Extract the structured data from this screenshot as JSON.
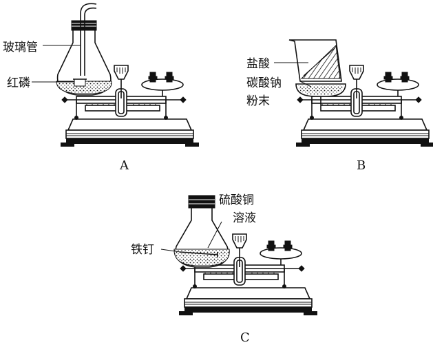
{
  "panels": {
    "a": {
      "caption": "A",
      "labels": {
        "tube": "玻璃管",
        "phosphorus": "红磷"
      }
    },
    "b": {
      "caption": "B",
      "labels": {
        "acid": "盐酸",
        "carbonate_1": "碳酸钠",
        "carbonate_2": "粉末"
      }
    },
    "c": {
      "caption": "C",
      "labels": {
        "solution_1": "硫酸铜",
        "solution_2": "溶液",
        "nail": "铁钉"
      }
    }
  },
  "colors": {
    "ink": "#111111",
    "background": "#ffffff"
  }
}
